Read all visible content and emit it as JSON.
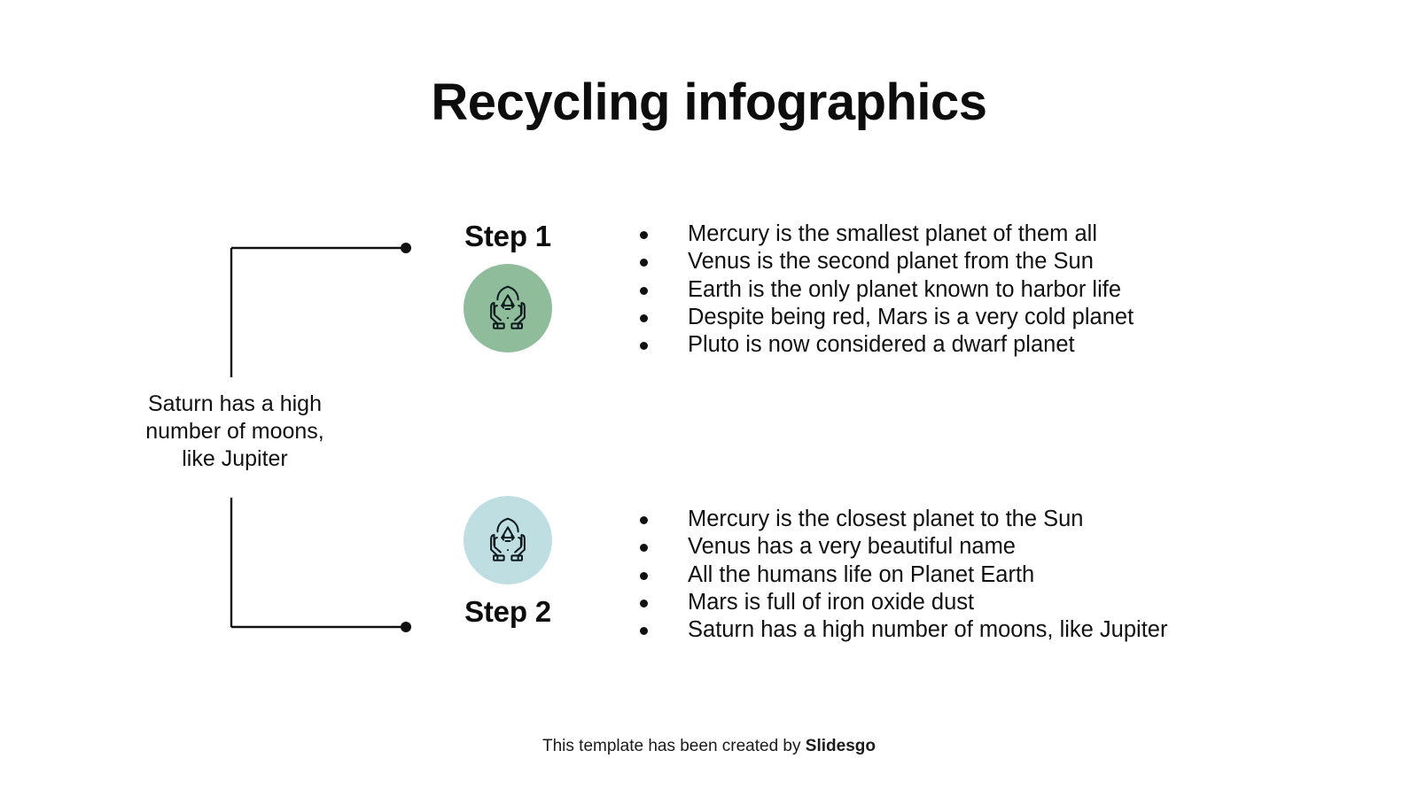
{
  "slide": {
    "title": "Recycling infographics",
    "background_color": "#ffffff"
  },
  "left_caption": {
    "line1": "Saturn has a high",
    "line2": "number of moons,",
    "line3": "like Jupiter"
  },
  "steps": [
    {
      "label": "Step 1",
      "circle_color": "#8FBC9B",
      "icon": "hands-recycling-icon",
      "bullets": [
        "Mercury is the smallest planet of them all",
        "Venus is the second planet from the Sun",
        "Earth is the only planet known to harbor life",
        "Despite being red, Mars is a very cold planet",
        "Pluto is now considered a dwarf planet"
      ]
    },
    {
      "label": "Step 2",
      "circle_color": "#BFDEE2",
      "icon": "hands-recycling-icon",
      "bullets": [
        "Mercury is the closest planet to the Sun",
        "Venus has a very beautiful name",
        "All the humans life on Planet Earth",
        "Mars is full of iron oxide dust",
        "Saturn has a high number of moons, like Jupiter"
      ]
    }
  ],
  "connector": {
    "line_color": "#111111",
    "marker": "filled-dot"
  },
  "footer": {
    "text": "This template has been created by ",
    "brand": "Slidesgo"
  }
}
